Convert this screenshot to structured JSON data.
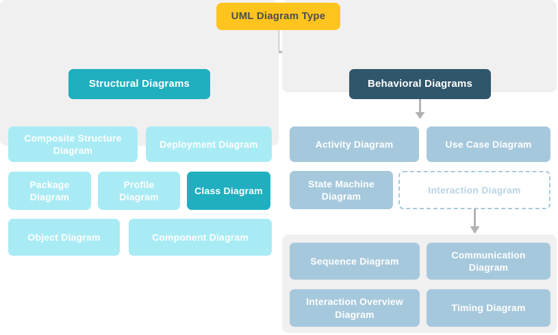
{
  "colors": {
    "yellow": "#FFC41E",
    "teal": "#1FAFBF",
    "dark": "#30566B",
    "cyan": "#A9EBF5",
    "steel": "#A6C8DC",
    "steel-light": "#B7D4E5",
    "panel": "#F0F0F0",
    "connector": "#B2B2B2",
    "root-text": "#4D4D4D"
  },
  "root": {
    "label": "UML Diagram Type"
  },
  "branches": {
    "structural": {
      "label": "Structural Diagrams",
      "children": {
        "composite_structure": {
          "label": "Composite Structure Diagram"
        },
        "deployment": {
          "label": "Deployment Diagram"
        },
        "package": {
          "label": "Package Diagram"
        },
        "profile": {
          "label": "Profile Diagram"
        },
        "class": {
          "label": "Class Diagram",
          "selected": true
        },
        "object": {
          "label": "Object Diagram"
        },
        "component": {
          "label": "Component Diagram"
        }
      }
    },
    "behavioral": {
      "label": "Behavioral Diagrams",
      "children": {
        "activity": {
          "label": "Activity Diagram"
        },
        "use_case": {
          "label": "Use Case Diagram"
        },
        "state_machine": {
          "label": "State Machine Diagram"
        },
        "interaction": {
          "label": "Interaction Diagram",
          "style": "dashed",
          "children": {
            "sequence": {
              "label": "Sequence Diagram"
            },
            "communication": {
              "label": "Communication Diagram"
            },
            "interaction_overview": {
              "label": "Interaction Overview Diagram"
            },
            "timing": {
              "label": "Timing Diagram"
            }
          }
        }
      }
    }
  }
}
